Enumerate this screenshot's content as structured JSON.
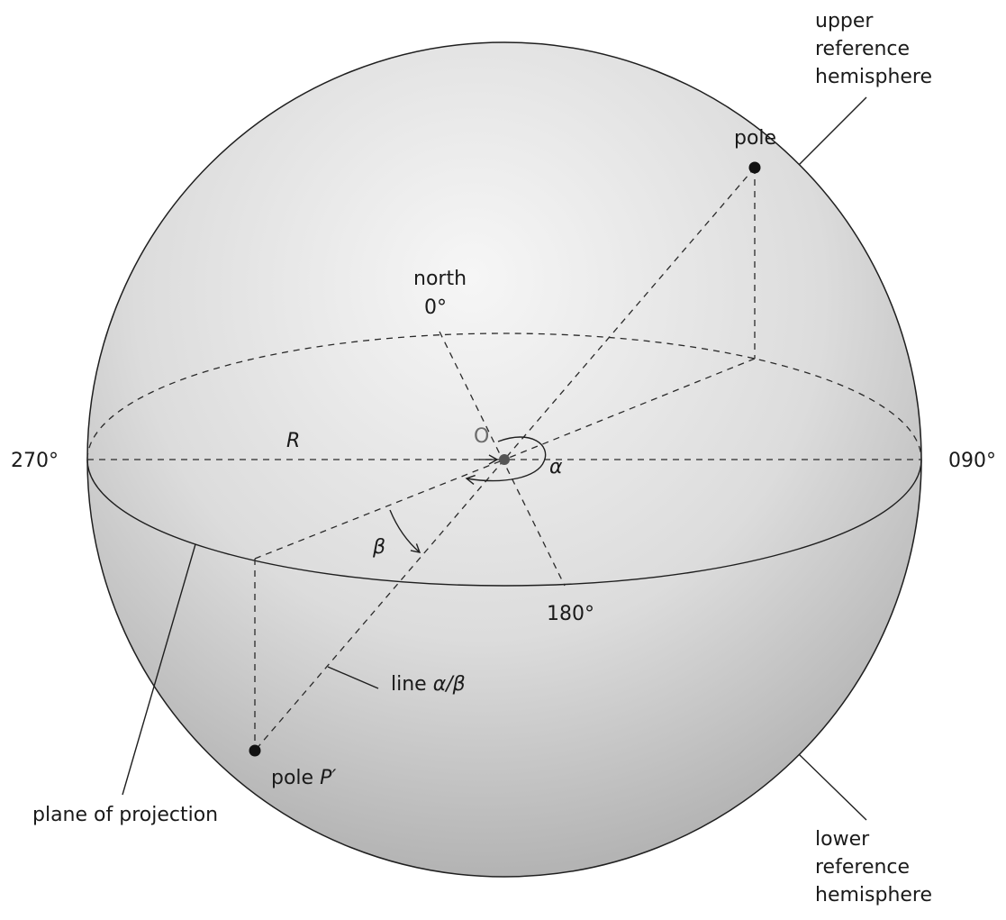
{
  "labels": {
    "upper_hemisphere": [
      "upper",
      "reference",
      "hemisphere"
    ],
    "lower_hemisphere": [
      "lower",
      "reference",
      "hemisphere"
    ],
    "pole": "pole",
    "north": "north",
    "north_deg": "0°",
    "deg_270": "270°",
    "deg_090": "090°",
    "deg_180": "180°",
    "radius": "R",
    "origin": "O",
    "alpha": "α",
    "beta": "β",
    "line_prefix": "line ",
    "line_ab": "α/β",
    "pole_p_prefix": "pole ",
    "pole_p": "P′",
    "plane": "plane of projection"
  },
  "colors": {
    "sphere_light": "#f4f4f4",
    "sphere_mid": "#d2d2d2",
    "sphere_dark": "#a9a9a9",
    "ink": "#1a1a1a",
    "origin_label": "#6b6b6b"
  }
}
